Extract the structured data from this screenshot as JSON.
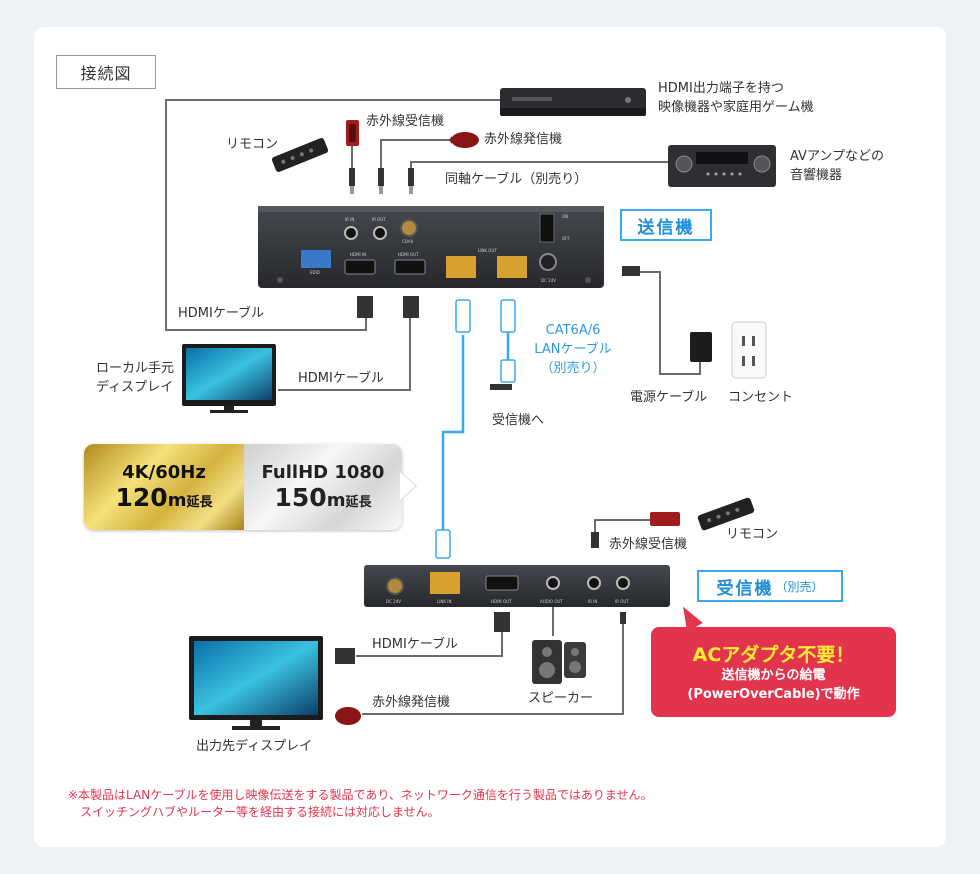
{
  "title": "接続図",
  "labels": {
    "hdmi_source": "HDMI出力端子を持つ\n映像機器や家庭用ゲーム機",
    "ir_receiver_top": "赤外線受信機",
    "ir_emitter_top": "赤外線発信機",
    "remote_top": "リモコン",
    "coax_cable": "同軸ケーブル（別売り）",
    "av_amp": "AVアンプなどの\n音響機器",
    "transmitter_tag": "送信機",
    "hdmi_cable_top": "HDMIケーブル",
    "local_display": "ローカル手元\nディスプレイ",
    "hdmi_cable_local": "HDMIケーブル",
    "lan_cable": "CAT6A/6\nLANケーブル\n（別売り）",
    "to_receiver": "受信機へ",
    "power_cable": "電源ケーブル",
    "outlet": "コンセント",
    "ir_receiver_bottom": "赤外線受信機",
    "remote_bottom": "リモコン",
    "receiver_tag": "受信機",
    "receiver_tag_note": "（別売）",
    "hdmi_cable_out": "HDMIケーブル",
    "speaker": "スピーカー",
    "ir_emitter_bottom": "赤外線発信機",
    "output_display": "出力先ディスプレイ"
  },
  "spec": {
    "gold_line1": "4K/60Hz",
    "gold_num": "120",
    "gold_unit": "m",
    "gold_suffix": "延長",
    "silver_line1": "FullHD 1080",
    "silver_num": "150",
    "silver_unit": "m",
    "silver_suffix": "延長"
  },
  "ac_adapter": {
    "headline": "ACアダプタ不要！",
    "line1": "送信機からの給電",
    "line2": "(PowerOverCable)で動作"
  },
  "ports_tx": {
    "ir_in": "IR IN",
    "ir_out": "IR OUT",
    "coax": "COAX",
    "edid": "EDID",
    "hdmi_in": "HDMI IN",
    "hdmi_out": "HDMI OUT",
    "link_out": "LINK OUT",
    "dc": "DC 24V",
    "on": "ON",
    "off": "OFF"
  },
  "ports_rx": {
    "dc": "DC 24V",
    "link_in": "LINK IN",
    "hdmi_out": "HDMI OUT",
    "audio_out": "AUDIO OUT",
    "ir_in": "IR IN",
    "ir_out": "IR OUT"
  },
  "footnote": "※本製品はLANケーブルを使用し映像伝送をする製品であり、ネットワーク通信を行う製品ではありません。\n　スイッチングハブやルーター等を経由する接続には対応しません。",
  "colors": {
    "accent_blue": "#3aa9ec",
    "alert_red": "#e3344e",
    "device_dark": "#2f3136"
  }
}
